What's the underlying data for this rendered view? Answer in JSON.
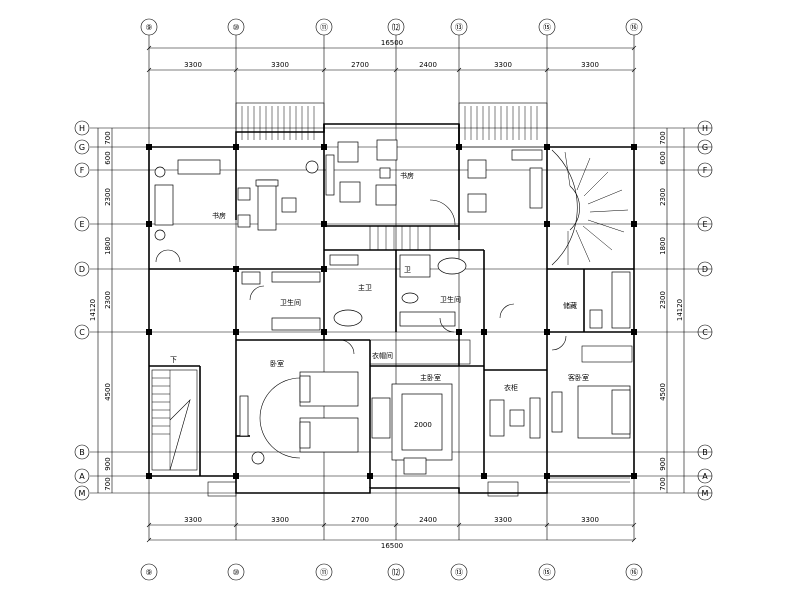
{
  "axes": {
    "top": [
      "⑨",
      "⑩",
      "⑪",
      "⑿",
      "⑬",
      "⑮",
      "⑯"
    ],
    "bottom": [
      "⑨",
      "⑩",
      "⑪",
      "⑿",
      "⑬",
      "⑮",
      "⑯"
    ],
    "left": [
      "H",
      "G",
      "F",
      "E",
      "D",
      "C",
      "B",
      "A",
      "M"
    ],
    "right": [
      "H",
      "G",
      "F",
      "E",
      "D",
      "C",
      "B",
      "A",
      "M"
    ]
  },
  "dimensions": {
    "total_horizontal": "16500",
    "horizontal_segments": [
      "3300",
      "3300",
      "2700",
      "2400",
      "3300",
      "3300"
    ],
    "total_vertical": "14120",
    "vertical_segments": [
      "700",
      "600",
      "2300",
      "1800",
      "2300",
      "4500",
      "900",
      "700"
    ]
  },
  "rooms": {
    "study": "书房",
    "bedroom_2": "卧室",
    "master_bedroom": "主卧室",
    "master_bath": "主卫",
    "bath_2": "卫生间",
    "bath_3": "卫生间",
    "dressing": "衣帽间",
    "guest_bedroom": "客卧室",
    "study_2": "书房",
    "storage": "储藏",
    "down": "下",
    "bed_size": "2000",
    "wardrobe": "衣柜",
    "small_bath": "卫"
  }
}
